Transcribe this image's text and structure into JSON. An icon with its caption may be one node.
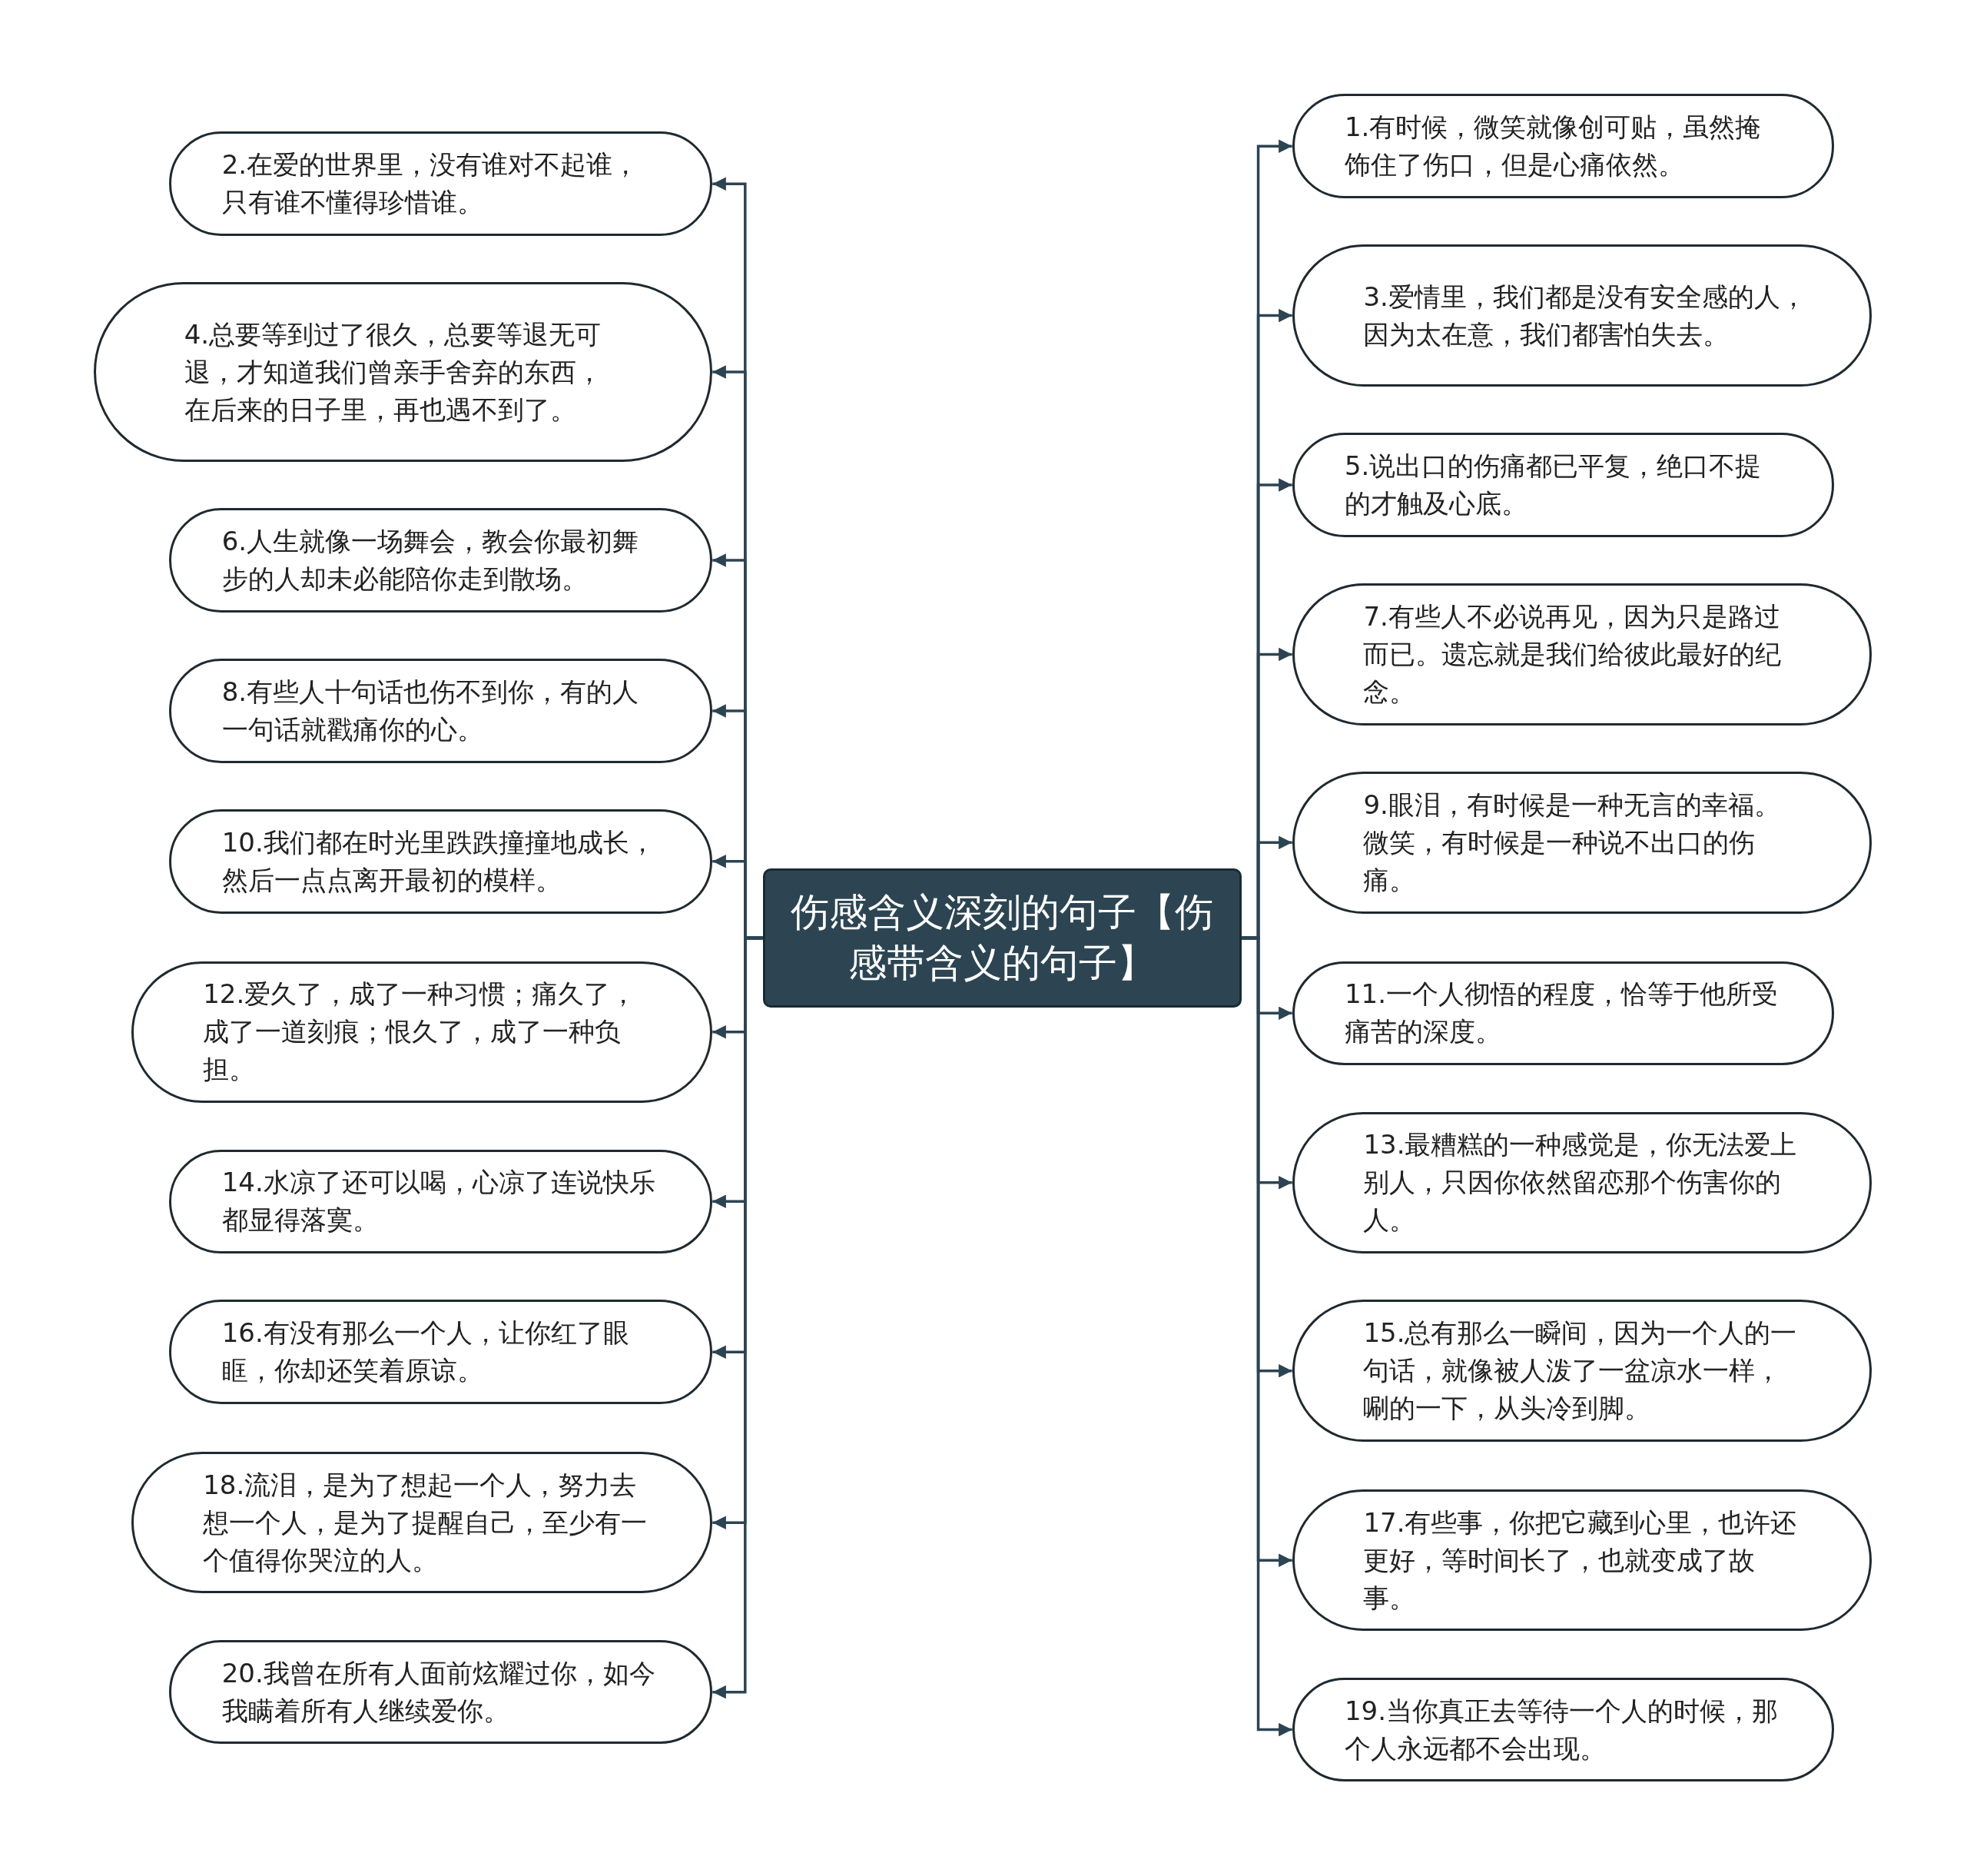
{
  "diagram": {
    "nodes": [
      {
        "text": [
          "伤感含义深刻的句子【伤感带含义的句子】"
        ]
      },
      {
        "text": [
          "1.有时候，微笑就像创可贴，虽然掩饰住了伤口，但是心痛依然。"
        ]
      },
      {
        "text": [
          "2.在爱的世界里，没有谁对不起谁，只有谁不懂得珍惜谁。"
        ]
      },
      {
        "text": [
          "3.爱情里，我们都是没有安全感的人，因为太在意，我们都害怕失去。"
        ]
      },
      {
        "text": [
          "4.总要等到过了很久，总要等退无可退，才知道我们曾亲手舍弃的东西，在后来的日子里，再也遇不到了。"
        ]
      },
      {
        "text": [
          "5.说出口的伤痛都已平复，绝口不提的才触及心底。"
        ]
      },
      {
        "text": [
          "6.人生就像一场舞会，教会你最初舞步的人却未必能陪你走到散场。"
        ]
      },
      {
        "text": [
          "7.有些人不必说再见，因为只是路过而已。遗忘就是我们给彼此最好的纪念。"
        ]
      },
      {
        "text": [
          "8.有些人十句话也伤不到你，有的人一句话就戳痛你的心。"
        ]
      },
      {
        "text": [
          "9.眼泪，有时候是一种无言的幸福。微笑，有时候是一种说不出口的伤痛。"
        ]
      },
      {
        "text": [
          "10.我们都在时光里跌跌撞撞地成长，然后一点点离开最初的模样。"
        ]
      },
      {
        "text": [
          "11.一个人彻悟的程度，恰等于他所受痛苦的深度。"
        ]
      },
      {
        "text": [
          "12.爱久了，成了一种习惯；痛久了，成了一道刻痕；恨久了，成了一种负担。"
        ]
      },
      {
        "text": [
          "13.最糟糕的一种感觉是，你无法爱上别人，只因你依然留恋那个伤害你的人。"
        ]
      },
      {
        "text": [
          "14.水凉了还可以喝，心凉了连说快乐都显得落寞。"
        ]
      },
      {
        "text": [
          "15.总有那么一瞬间，因为一个人的一句话，就像被人泼了一盆凉水一样，唰的一下，从头冷到脚。"
        ]
      },
      {
        "text": [
          "16.有没有那么一个人，让你红了眼眶，你却还笑着原谅。"
        ]
      },
      {
        "text": [
          "17.有些事，你把它藏到心里，也许还更好，等时间长了，也就变成了故事。"
        ]
      },
      {
        "text": [
          "18.流泪，是为了想起一个人，努力去想一个人，是为了提醒自己，至少有一个值得你哭泣的人。"
        ]
      },
      {
        "text": [
          "19.当你真正去等待一个人的时候，那个人永远都不会出现。"
        ]
      },
      {
        "text": [
          "20.我曾在所有人面前炫耀过你，如今我瞒着所有人继续爱你。"
        ]
      }
    ],
    "edges": [
      {
        "from": 0,
        "to": 1,
        "arrow": "to"
      },
      {
        "from": 0,
        "to": 2,
        "arrow": "to"
      },
      {
        "from": 0,
        "to": 3,
        "arrow": "to"
      },
      {
        "from": 0,
        "to": 4,
        "arrow": "to"
      },
      {
        "from": 0,
        "to": 5,
        "arrow": "to"
      },
      {
        "from": 0,
        "to": 6,
        "arrow": "to"
      },
      {
        "from": 0,
        "to": 7,
        "arrow": "to"
      },
      {
        "from": 0,
        "to": 8,
        "arrow": "to"
      },
      {
        "from": 0,
        "to": 9,
        "arrow": "to"
      },
      {
        "from": 0,
        "to": 10,
        "arrow": "to"
      },
      {
        "from": 0,
        "to": 11,
        "arrow": "to"
      },
      {
        "from": 0,
        "to": 12,
        "arrow": "to"
      },
      {
        "from": 0,
        "to": 13,
        "arrow": "to"
      },
      {
        "from": 0,
        "to": 14,
        "arrow": "to"
      },
      {
        "from": 0,
        "to": 15,
        "arrow": "to"
      },
      {
        "from": 0,
        "to": 16,
        "arrow": "to"
      },
      {
        "from": 0,
        "to": 17,
        "arrow": "to"
      },
      {
        "from": 0,
        "to": 18,
        "arrow": "to"
      },
      {
        "from": 0,
        "to": 19,
        "arrow": "to"
      },
      {
        "from": 0,
        "to": 20,
        "arrow": "to"
      }
    ]
  }
}
